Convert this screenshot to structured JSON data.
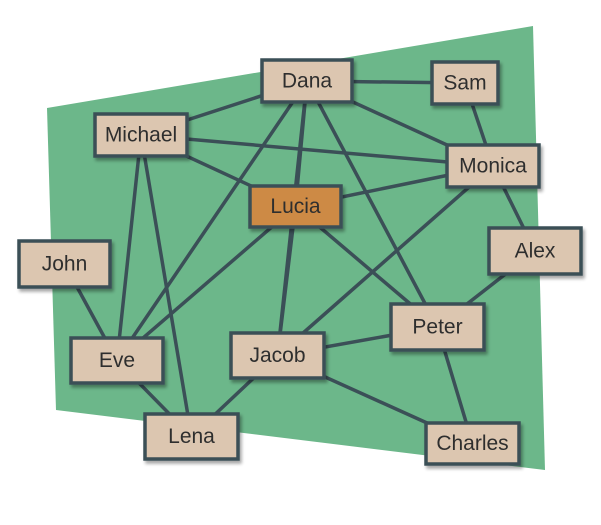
{
  "diagram": {
    "background_color": "#6cb78a",
    "edge_color": "#3b4f57",
    "node_fill": "#dcc6b0",
    "node_border": "#3b4f57",
    "highlight_fill": "#cd8a44",
    "nodes": [
      {
        "id": "dana",
        "label": "Dana",
        "highlighted": false
      },
      {
        "id": "sam",
        "label": "Sam",
        "highlighted": false
      },
      {
        "id": "michael",
        "label": "Michael",
        "highlighted": false
      },
      {
        "id": "monica",
        "label": "Monica",
        "highlighted": false
      },
      {
        "id": "lucia",
        "label": "Lucia",
        "highlighted": true
      },
      {
        "id": "john",
        "label": "John",
        "highlighted": false
      },
      {
        "id": "alex",
        "label": "Alex",
        "highlighted": false
      },
      {
        "id": "peter",
        "label": "Peter",
        "highlighted": false
      },
      {
        "id": "eve",
        "label": "Eve",
        "highlighted": false
      },
      {
        "id": "jacob",
        "label": "Jacob",
        "highlighted": false
      },
      {
        "id": "lena",
        "label": "Lena",
        "highlighted": false
      },
      {
        "id": "charles",
        "label": "Charles",
        "highlighted": false
      }
    ],
    "edges": [
      [
        "dana",
        "sam"
      ],
      [
        "dana",
        "michael"
      ],
      [
        "dana",
        "lucia"
      ],
      [
        "dana",
        "eve"
      ],
      [
        "dana",
        "monica"
      ],
      [
        "dana",
        "peter"
      ],
      [
        "dana",
        "jacob"
      ],
      [
        "sam",
        "monica"
      ],
      [
        "michael",
        "monica"
      ],
      [
        "michael",
        "lucia"
      ],
      [
        "michael",
        "eve"
      ],
      [
        "michael",
        "lena"
      ],
      [
        "monica",
        "lucia"
      ],
      [
        "monica",
        "alex"
      ],
      [
        "monica",
        "jacob"
      ],
      [
        "lucia",
        "eve"
      ],
      [
        "lucia",
        "jacob"
      ],
      [
        "lucia",
        "peter"
      ],
      [
        "john",
        "eve"
      ],
      [
        "alex",
        "peter"
      ],
      [
        "peter",
        "jacob"
      ],
      [
        "peter",
        "charles"
      ],
      [
        "eve",
        "lena"
      ],
      [
        "jacob",
        "lena"
      ],
      [
        "jacob",
        "charles"
      ]
    ]
  }
}
